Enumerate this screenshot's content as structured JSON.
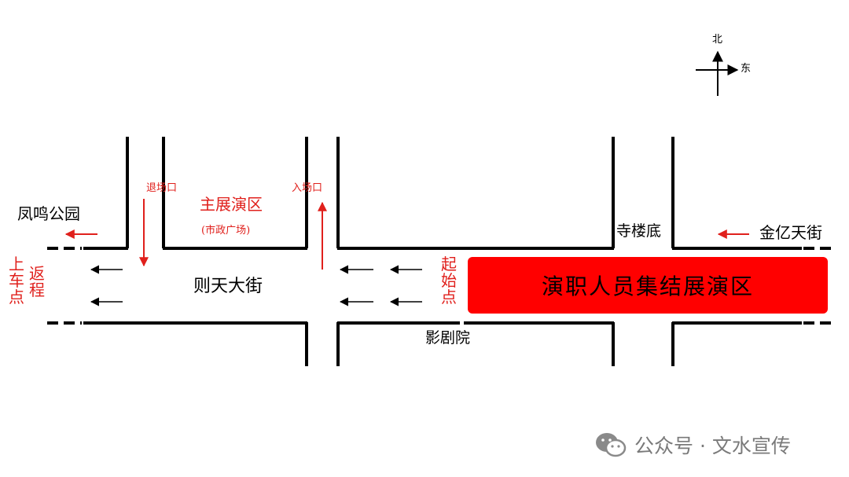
{
  "compass": {
    "north": "北",
    "east": "东"
  },
  "roads": {
    "main_street": "则天大街",
    "left_place": "凤鸣公园",
    "right_street": "金亿天街",
    "temple": "寺楼底",
    "cinema": "影剧院"
  },
  "zones": {
    "exit": "退场口",
    "entry": "入场口",
    "main_area": "主展演区",
    "main_area_note": "(市政广场)",
    "start_point": "起始点",
    "return_point_col1": "上车点",
    "return_point_col2": "返程",
    "staging_area": "演职人员集结展演区"
  },
  "colors": {
    "road": "#000000",
    "route": "#e0201c",
    "staging": "#ff0000",
    "watermark": "#7a7a7a"
  },
  "watermark": {
    "icon": "wechat-icon",
    "text": "公众号 · 文水宣传"
  }
}
